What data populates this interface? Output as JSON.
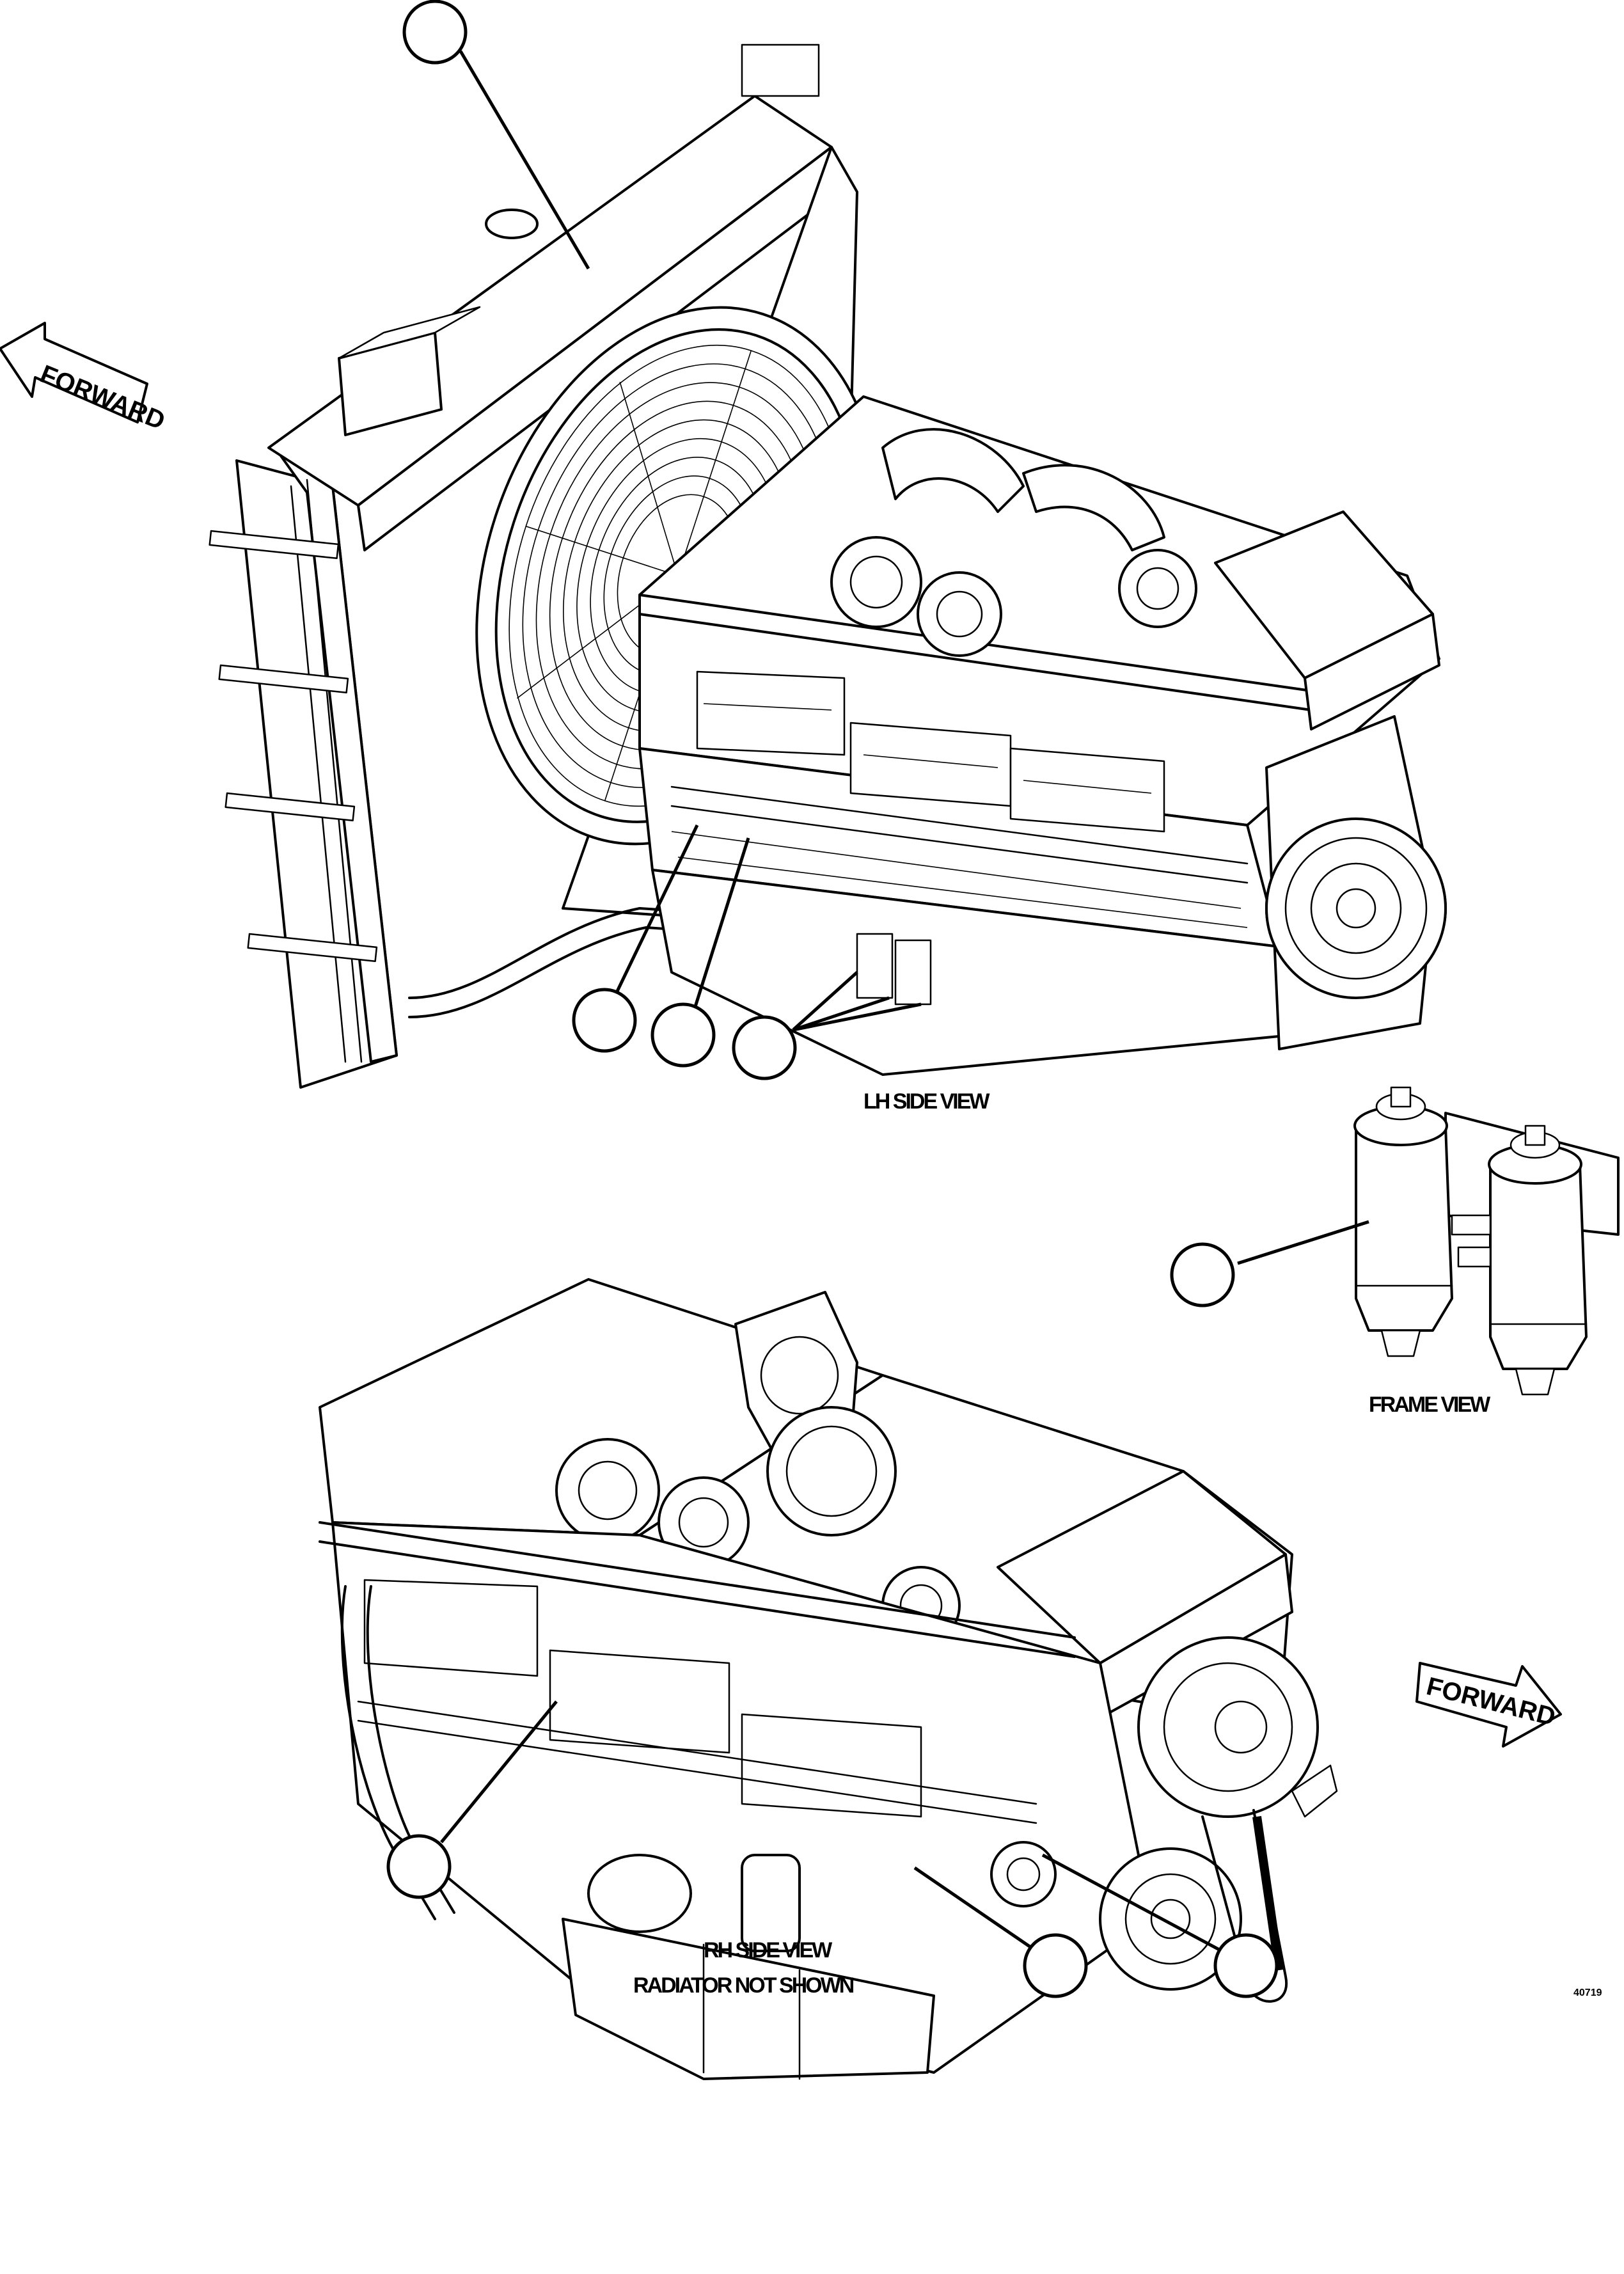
{
  "views": {
    "lh_side": {
      "label": "LH SIDE VIEW"
    },
    "frame": {
      "label": "FRAME VIEW"
    },
    "rh_side": {
      "label": "RH SIDE VIEW",
      "sublabel": "RADIATOR NOT SHOWN"
    }
  },
  "arrows": {
    "top": {
      "text": "FORWARD"
    },
    "bottom": {
      "text": "FORWARD"
    }
  },
  "drawing_id": "40719",
  "colors": {
    "line": "#000000",
    "background": "#ffffff"
  },
  "icons": [
    "forward-arrow-icon",
    "callout-circle"
  ]
}
